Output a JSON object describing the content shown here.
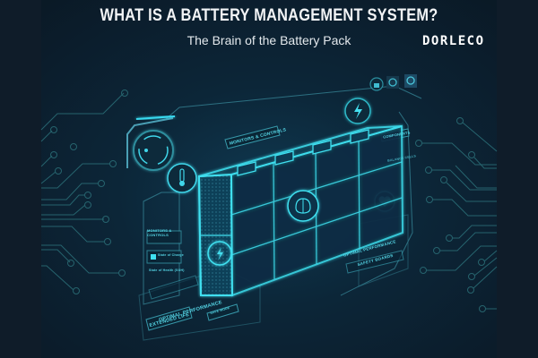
{
  "header": {
    "title": "WHAT IS A BATTERY MANAGEMENT SYSTEM?",
    "subtitle": "The Brain of the Battery Pack",
    "logo": "DORLECO"
  },
  "illustration": {
    "labels": {
      "monitors_controls": "MONITORS & CONTROLS",
      "component_top_right": "COMPONENTS",
      "right_small_text": "BALANCE CELLS",
      "left_panel_heading": "MONITORS & CONTROLS",
      "left_panel_item1": "State of Charge",
      "left_panel_item2": "State of Health (SOH)",
      "optimal_performance_left": "OPTIMAL PERFORMANCE",
      "extended_life": "EXTENDED LIFE",
      "small_bottom_tag": "SAFE MODE",
      "optimal_performance_right": "OPTIMAL PERFORMANCE",
      "safety_boards": "SAFETY BOARDS"
    },
    "icons": [
      "gauge-icon",
      "lightning-icon",
      "lock-icon",
      "gear-icon",
      "settings-icon",
      "thermometer-icon",
      "brain-icon",
      "heart-icon",
      "battery-bolt-icon"
    ]
  },
  "colors": {
    "background": "#0b2030",
    "glow": "#3fe0f0",
    "circuit": "#2a7c86",
    "title_text": "#f2f4f6"
  }
}
